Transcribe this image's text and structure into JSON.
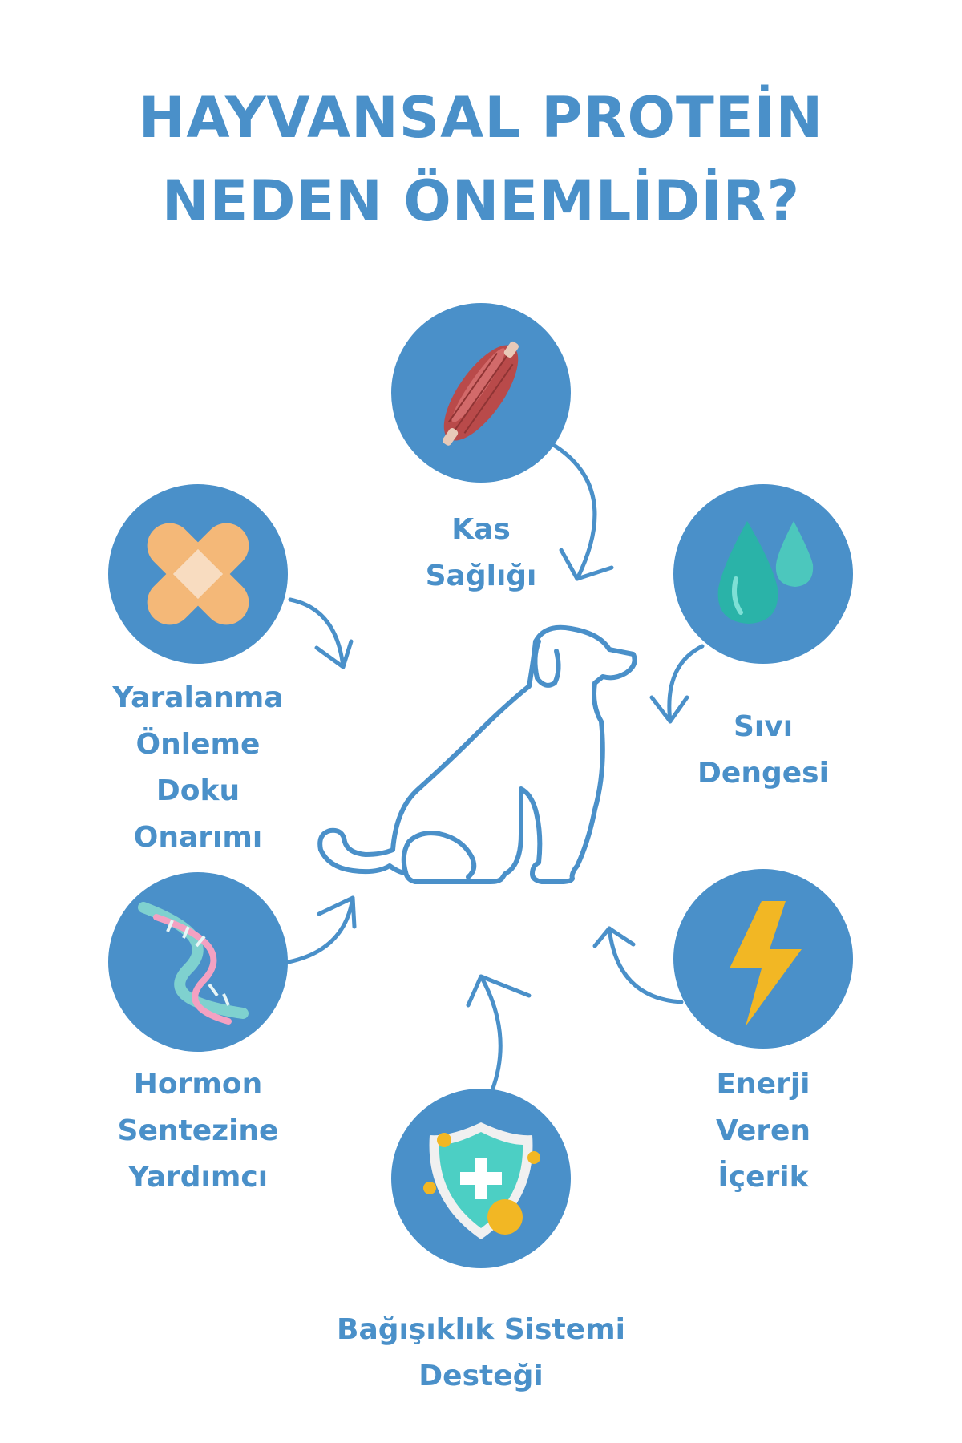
{
  "title": {
    "line1": "HAYVANSAL PROTEİN",
    "line2": "NEDEN ÖNEMLİDİR?"
  },
  "benefits": [
    {
      "icon": "muscle-icon",
      "lines": [
        "Kas",
        "Sağlığı"
      ]
    },
    {
      "icon": "water-drops-icon",
      "lines": [
        "Sıvı",
        "Dengesi"
      ]
    },
    {
      "icon": "lightning-icon",
      "lines": [
        "Enerji",
        "Veren",
        "İçerik"
      ]
    },
    {
      "icon": "shield-icon",
      "lines": [
        "Bağışıklık Sistemi",
        "Desteği"
      ]
    },
    {
      "icon": "dna-icon",
      "lines": [
        "Hormon",
        "Sentezine",
        "Yardımcı"
      ]
    },
    {
      "icon": "bandage-icon",
      "lines": [
        "Yaralanma",
        "Önleme",
        "Doku",
        "Onarımı"
      ]
    }
  ],
  "center_icon": "dog-icon",
  "colors": {
    "primary": "#4a90c9",
    "background": "#ffffff"
  }
}
